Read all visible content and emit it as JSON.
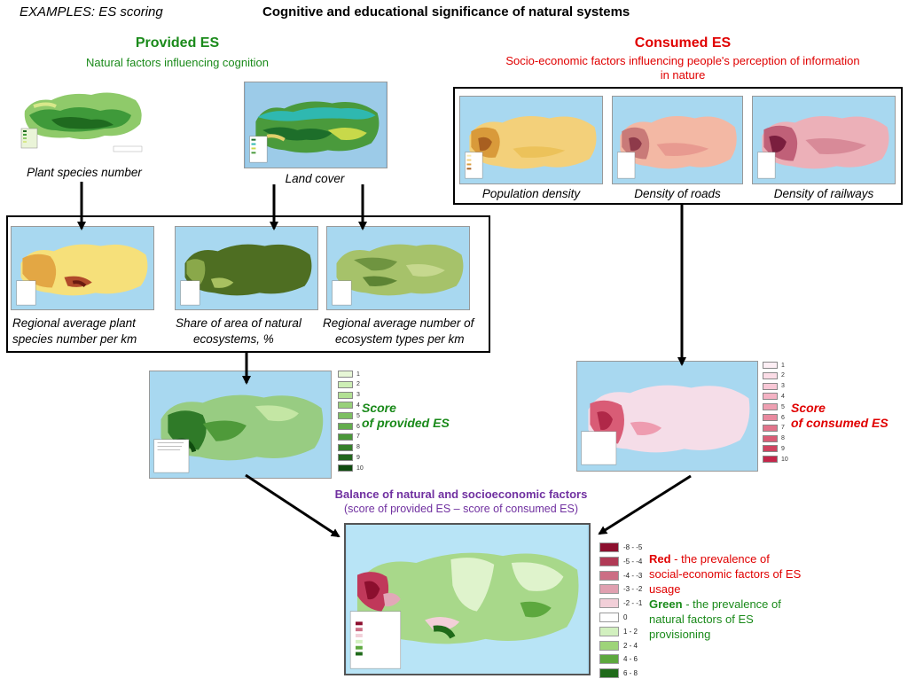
{
  "header": {
    "left": "EXAMPLES:  ES scoring",
    "title": "Cognitive and educational significance of natural systems"
  },
  "provided": {
    "title": "Provided ES",
    "subtitle": "Natural factors influencing cognition",
    "color": "#1a8a1a"
  },
  "consumed": {
    "title": "Consumed ES",
    "subtitle_line1": "Socio-economic factors influencing people's perception of information",
    "subtitle_line2": "in nature",
    "color": "#e00000"
  },
  "source_maps": {
    "plant_species": "Plant species number",
    "land_cover": "Land cover"
  },
  "consumed_maps": {
    "population": "Population density",
    "roads": "Density of roads",
    "railways": "Density of railways"
  },
  "derived_maps": {
    "plant_line1": "Regional average plant",
    "plant_line2": "species number per km",
    "share_line1": "Share of area of natural",
    "share_line2": "ecosystems, %",
    "types_line1": "Regional average number of",
    "types_line2": "ecosystem types per km"
  },
  "score_provided": {
    "line1": "Score",
    "line2": "of provided ES",
    "legend": [
      "1",
      "2",
      "3",
      "4",
      "5",
      "6",
      "7",
      "8",
      "9",
      "10"
    ],
    "colors": [
      "#e6f6d6",
      "#cdeeb5",
      "#b2e094",
      "#98d07a",
      "#7dbf62",
      "#63ad4d",
      "#4b983a",
      "#357f2a",
      "#22661c",
      "#0f4b0f"
    ]
  },
  "score_consumed": {
    "line1": "Score",
    "line2": "of consumed ES",
    "legend": [
      "1",
      "2",
      "3",
      "4",
      "5",
      "6",
      "7",
      "8",
      "9",
      "10"
    ],
    "colors": [
      "#fdeef4",
      "#fbdce6",
      "#f8c8d6",
      "#f4b3c4",
      "#eea0b2",
      "#e88a9f",
      "#e1748b",
      "#d95c76",
      "#cf4360",
      "#c4264a"
    ]
  },
  "balance": {
    "title": "Balance of natural and socioeconomic factors",
    "subtitle": "(score of provided ES – score of consumed ES)",
    "title_color": "#7030a0",
    "legend": [
      "-8 - -5",
      "-5 - -4",
      "-4 - -3",
      "-3 - -2",
      "-2 - -1",
      "0",
      "1 - 2",
      "2 - 4",
      "4 - 6",
      "6 - 8"
    ],
    "colors": [
      "#8c0f2e",
      "#b03a55",
      "#cc6e84",
      "#e0a0b0",
      "#f2cfd8",
      "#ffffff",
      "#d2f0bf",
      "#9ed479",
      "#5da83e",
      "#1f6a1a"
    ],
    "red_word": "Red",
    "red_text_1": " - the prevalence of",
    "red_text_2": "social-economic factors of ES",
    "red_text_3": "usage",
    "green_word": "Green",
    "green_text_1": " - the prevalence of",
    "green_text_2": "natural factors of ES",
    "green_text_3": "provisioning"
  }
}
